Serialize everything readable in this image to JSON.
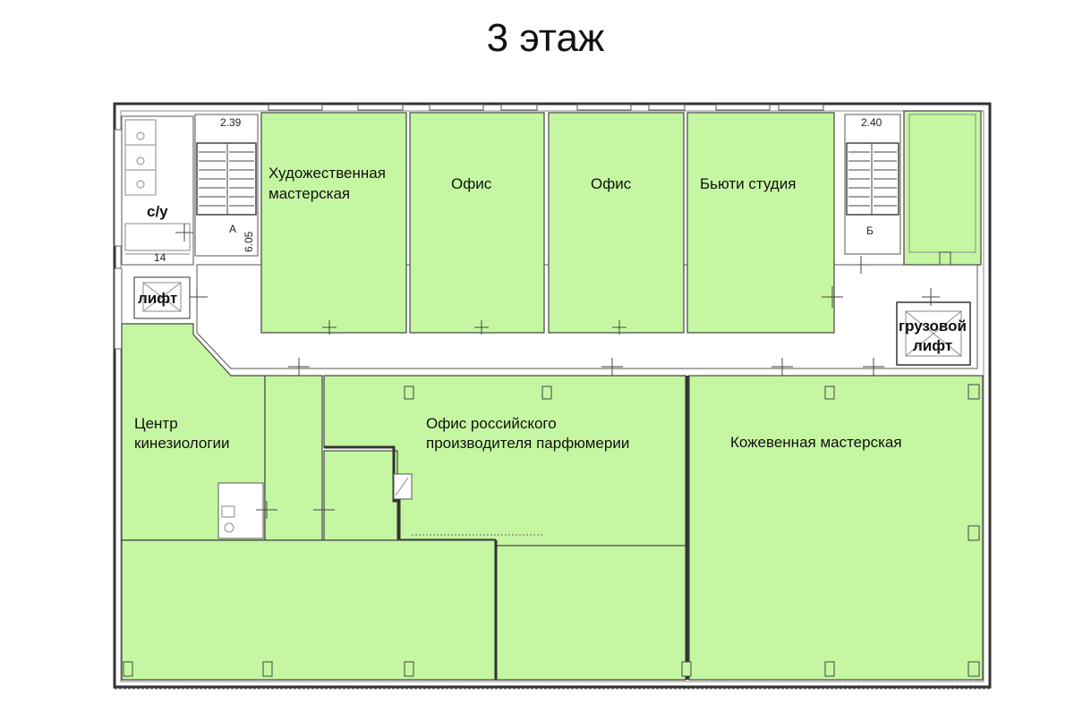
{
  "title": "3 этаж",
  "rooms": {
    "art_studio": [
      "Художественная",
      "мастерская"
    ],
    "office_1": "Офис",
    "office_2": "Офис",
    "beauty_studio": "Бьюти студия",
    "wc": "с/у",
    "lift": "лифт",
    "freight_lift": [
      "грузовой",
      "лифт"
    ],
    "kinesiology": [
      "Центр",
      "кинезиологии"
    ],
    "perfume_office": [
      "Офис российского",
      "производителя парфюмерии"
    ],
    "leather_workshop": "Кожевенная мастерская"
  },
  "marks": {
    "stair_a_code": "2.39",
    "stair_a_letter": "А",
    "stair_a_dim": "6.05",
    "wc_num": "14",
    "stair_b_code": "2.40",
    "stair_b_letter": "Б"
  },
  "colors": {
    "room_fill": "#c5f7a2",
    "wall": "#333333"
  }
}
